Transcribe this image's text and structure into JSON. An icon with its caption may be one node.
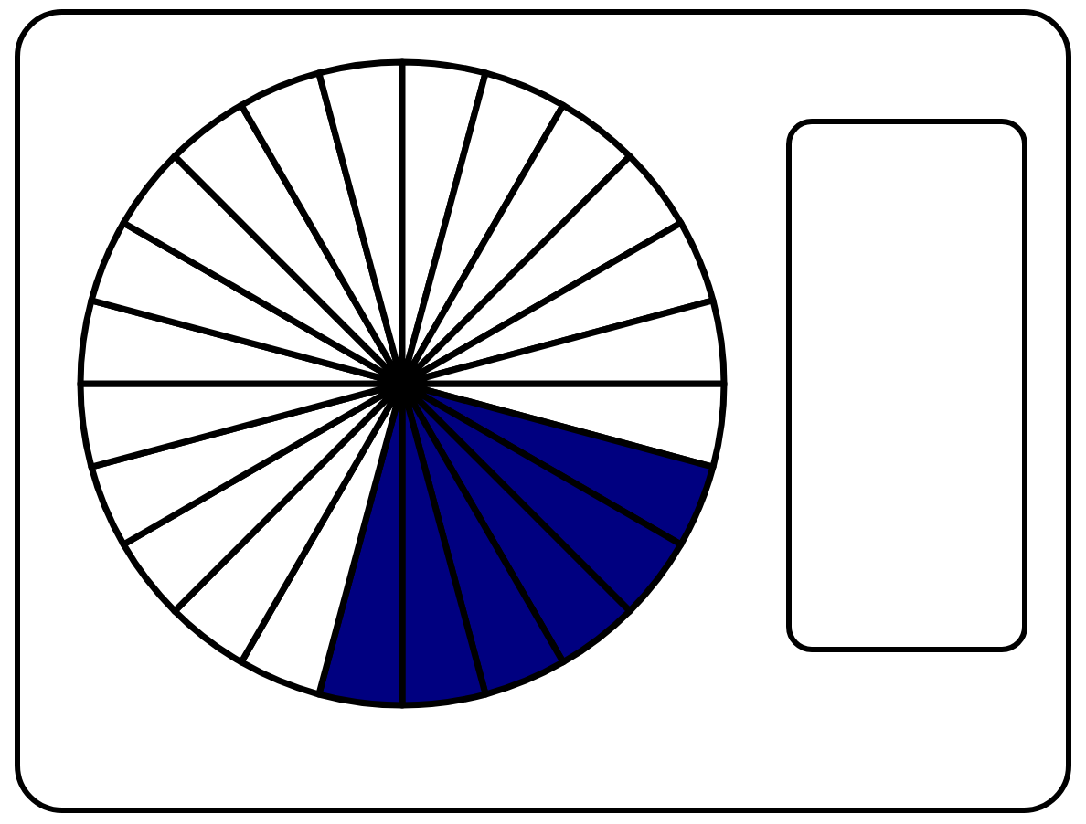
{
  "diagram": {
    "nodes": [
      {
        "text": [],
        "shape": "box"
      },
      {
        "text": [],
        "shape": "circle",
        "in": 0
      },
      {
        "text": [],
        "shape": "box",
        "in": 0
      }
    ]
  }
}
